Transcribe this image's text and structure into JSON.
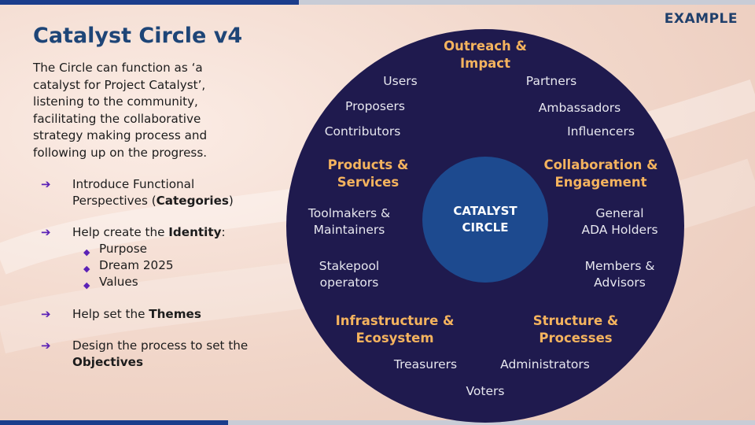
{
  "tag": "EXAMPLE",
  "title": "Catalyst Circle v4",
  "intro": "The Circle can function as ‘a catalyst for Project Catalyst’, listening to the community, facilitating the collaborative strategy making process and following up on the progress.",
  "bullets": [
    {
      "pre": "Introduce Functional Perspectives (",
      "bold": "Categories",
      "post": ")"
    },
    {
      "pre": "Help create the ",
      "bold": "Identity",
      "post": ":",
      "sub": [
        "Purpose",
        "Dream 2025",
        "Values"
      ]
    },
    {
      "pre": "Help set the ",
      "bold": "Themes",
      "post": ""
    },
    {
      "pre": "Design the process to set the ",
      "bold": "Objectives",
      "post": ""
    }
  ],
  "center": {
    "line1": "CATALYST",
    "line2": "CIRCLE"
  },
  "categories": {
    "outreach": {
      "line1": "Outreach &",
      "line2": "Impact"
    },
    "products": {
      "line1": "Products &",
      "line2": "Services"
    },
    "collaboration": {
      "line1": "Collaboration &",
      "line2": "Engagement"
    },
    "infrastructure": {
      "line1": "Infrastructure &",
      "line2": "Ecosystem"
    },
    "structure": {
      "line1": "Structure &",
      "line2": "Processes"
    }
  },
  "stakeholders": {
    "users": "Users",
    "partners": "Partners",
    "proposers": "Proposers",
    "ambassadors": "Ambassadors",
    "contributors": "Contributors",
    "influencers": "Influencers",
    "toolmakers": {
      "line1": "Toolmakers &",
      "line2": "Maintainers"
    },
    "general": {
      "line1": "General",
      "line2": "ADA Holders"
    },
    "stakepool": {
      "line1": "Stakepool",
      "line2": "operators"
    },
    "members": {
      "line1": "Members &",
      "line2": "Advisors"
    },
    "treasurers": "Treasurers",
    "administrators": "Administrators",
    "voters": "Voters"
  },
  "colors": {
    "title": "#1e4577",
    "circle": "#1f1a4e",
    "core": "#1d4a8f",
    "category": "#f4b35e",
    "arrow": "#5b21b6"
  },
  "icons": {
    "bullet": "arrow-right-icon",
    "sub_bullet": "diamond-icon"
  }
}
